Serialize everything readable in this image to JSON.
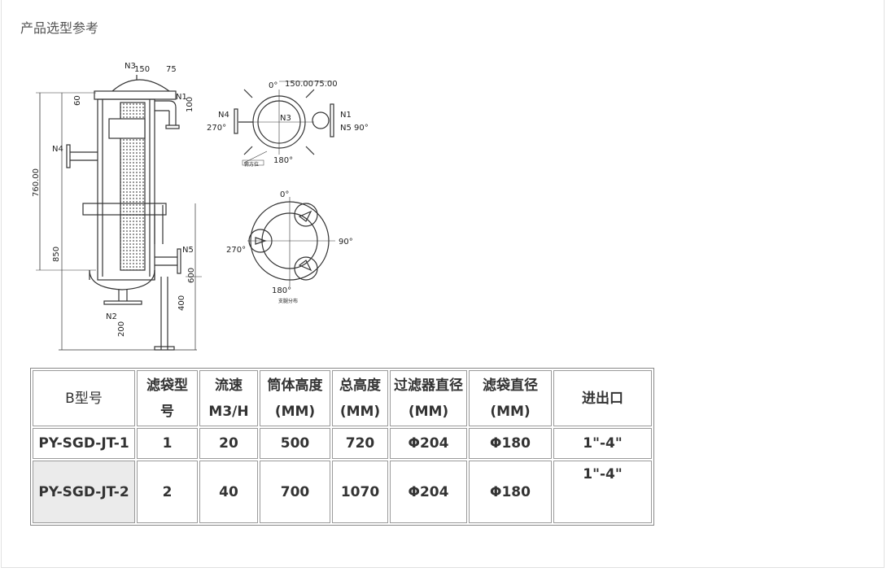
{
  "section_title": "产品选型参考",
  "drawing": {
    "side_view": {
      "dim_top_left": "150",
      "dim_top_right": "75",
      "label_n3": "N3",
      "label_n1": "N1",
      "label_n4": "N4",
      "label_n5": "N5",
      "label_n2": "N2",
      "dim_60": "60",
      "dim_100": "100",
      "dim_760": "760.00",
      "dim_850": "850",
      "dim_600": "600",
      "dim_400": "400",
      "dim_200": "200"
    },
    "top_view": {
      "angle_0": "0°",
      "angle_90": "N5 90°",
      "angle_180": "180°",
      "angle_270": "270°",
      "dim_150": "150.00",
      "dim_75": "75.00",
      "label_n1": "N1",
      "label_n3": "N3",
      "label_n4": "N4",
      "caption": "俯方位"
    },
    "support_view": {
      "angle_0": "0°",
      "angle_90": "90°",
      "angle_180": "180°",
      "angle_270": "270°",
      "caption": "支腿分布"
    }
  },
  "table": {
    "headers": [
      [
        "B型号"
      ],
      [
        "滤袋型",
        "号"
      ],
      [
        "流速",
        "M3/H"
      ],
      [
        "筒体高度",
        "(MM)"
      ],
      [
        "总高度",
        "(MM)"
      ],
      [
        "过滤器直径",
        "(MM)"
      ],
      [
        "滤袋直径",
        "(MM)"
      ],
      [
        "进出口"
      ]
    ],
    "rows": [
      [
        "PY-SGD-JT-1",
        "1",
        "20",
        "500",
        "720",
        "Φ204",
        "Φ180",
        "1\"-4\""
      ],
      [
        "PY-SGD-JT-2",
        "2",
        "40",
        "700",
        "1070",
        "Φ204",
        "Φ180",
        "1\"-4\""
      ]
    ]
  }
}
